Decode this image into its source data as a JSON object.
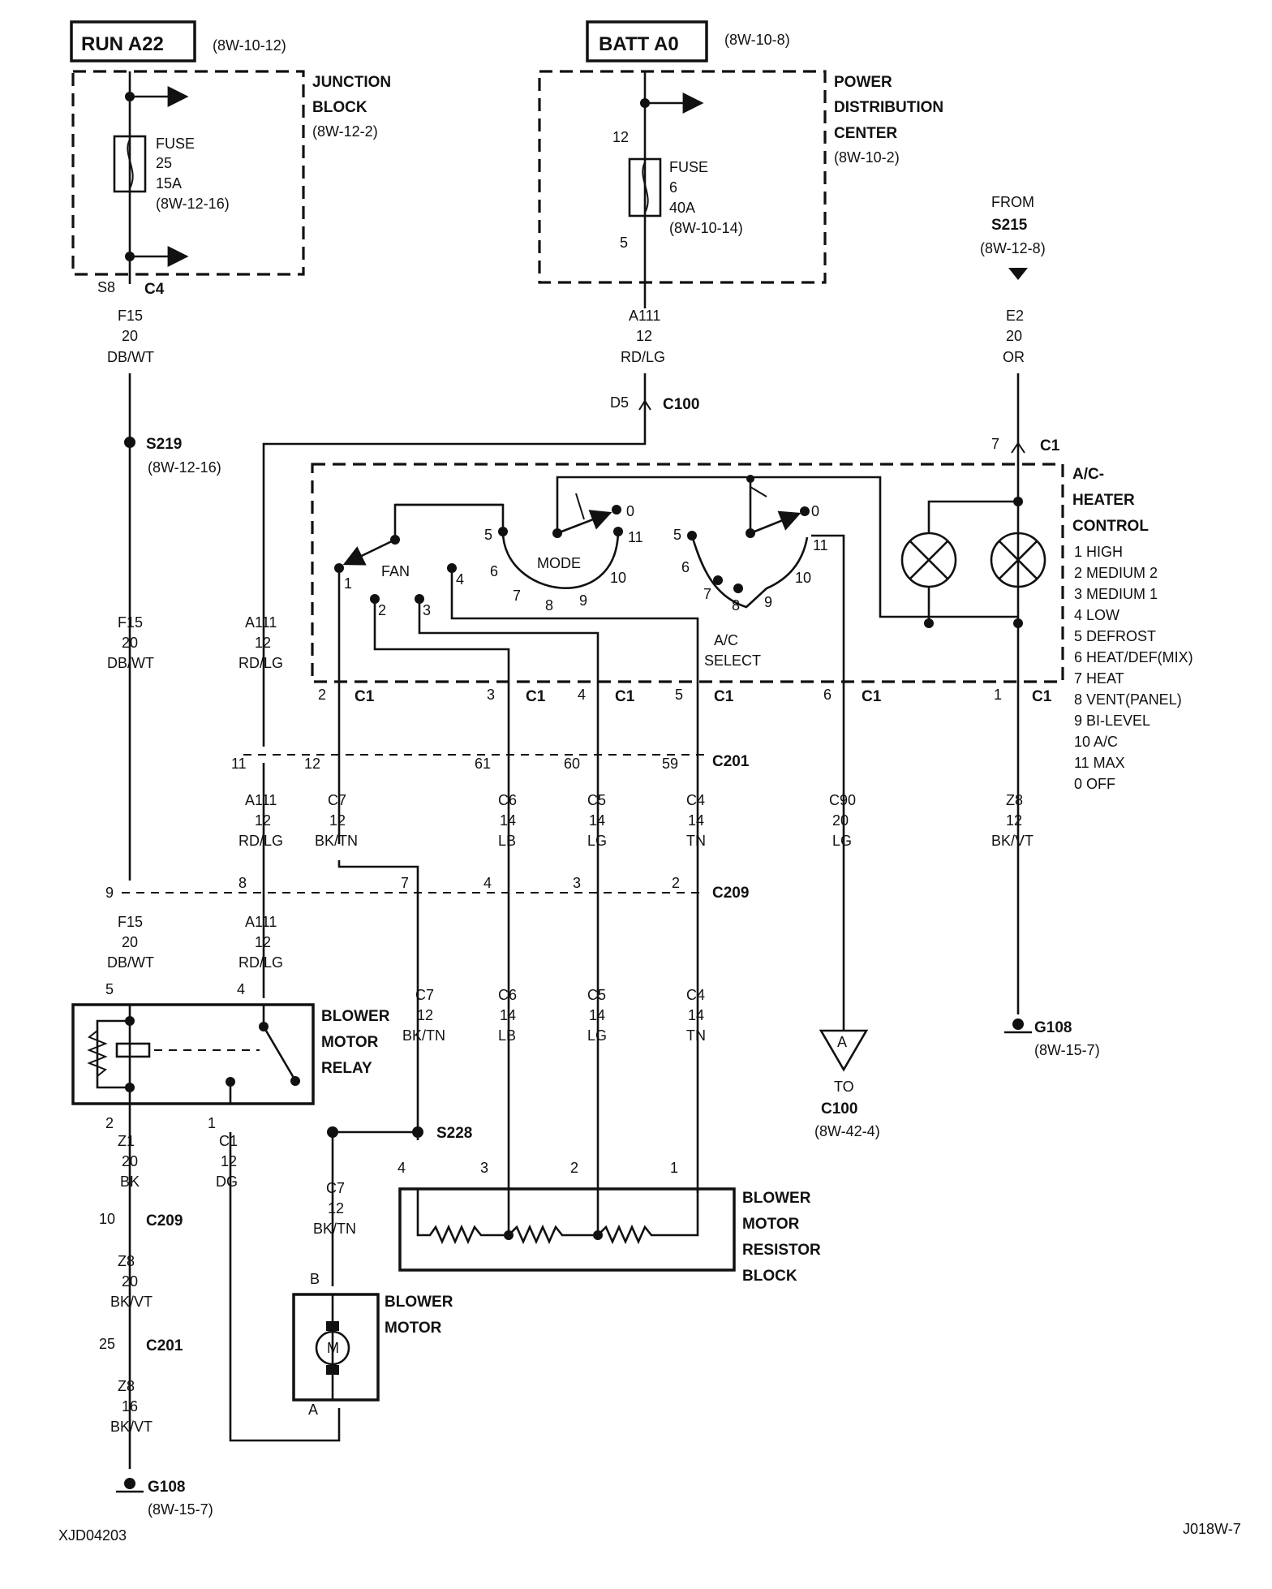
{
  "sources": {
    "run": {
      "label": "RUN A22",
      "ref": "(8W-10-12)"
    },
    "batt": {
      "label": "BATT A0",
      "ref": "(8W-10-8)"
    },
    "from_s215": {
      "from": "FROM",
      "splice": "S215",
      "ref": "(8W-12-8)"
    }
  },
  "junction_block": {
    "title": [
      "JUNCTION",
      "BLOCK"
    ],
    "ref": "(8W-12-2)",
    "fuse": [
      "FUSE",
      "25",
      "15A",
      "(8W-12-16)"
    ],
    "pin": "S8",
    "connector": "C4"
  },
  "pdc": {
    "title": [
      "POWER",
      "DISTRIBUTION",
      "CENTER"
    ],
    "ref": "(8W-10-2)",
    "fuse": [
      "FUSE",
      "6",
      "40A",
      "(8W-10-14)"
    ],
    "pin_top": "12",
    "pin_bottom": "5"
  },
  "wires": {
    "f15": [
      "F15",
      "20",
      "DB/WT"
    ],
    "a111_top": [
      "A111",
      "12",
      "RD/LG"
    ],
    "e2": [
      "E2",
      "20",
      "OR"
    ],
    "a111": [
      "A111",
      "12",
      "RD/LG"
    ],
    "c7": [
      "C7",
      "12",
      "BK/TN"
    ],
    "c6": [
      "C6",
      "14",
      "LB"
    ],
    "c5": [
      "C5",
      "14",
      "LG"
    ],
    "c4": [
      "C4",
      "14",
      "TN"
    ],
    "c90": [
      "C90",
      "20",
      "LG"
    ],
    "z8_top": [
      "Z8",
      "12",
      "BK/VT"
    ],
    "z1": [
      "Z1",
      "20",
      "BK"
    ],
    "c1": [
      "C1",
      "12",
      "DG"
    ],
    "z8_mid": [
      "Z8",
      "20",
      "BK/VT"
    ],
    "z8_bot": [
      "Z8",
      "16",
      "BK/VT"
    ]
  },
  "splices": {
    "s219": "S219",
    "s219_ref": "(8W-12-16)",
    "s228": "S228"
  },
  "connectors": {
    "c100": {
      "pin": "D5",
      "name": "C100"
    },
    "c1_top": {
      "pin": "7",
      "name": "C1"
    },
    "c1": "C1",
    "c201": "C201",
    "c209": "C209",
    "c209_low": {
      "pin": "10",
      "name": "C209"
    },
    "c201_low": {
      "pin": "25",
      "name": "C201"
    }
  },
  "pins": {
    "c1": [
      "2",
      "3",
      "4",
      "5",
      "6",
      "1"
    ],
    "c201": [
      "11",
      "12",
      "61",
      "60",
      "59"
    ],
    "c209": [
      "9",
      "8",
      "7",
      "4",
      "3",
      "2"
    ],
    "relay": [
      "5",
      "4",
      "2",
      "1"
    ],
    "resistor": [
      "4",
      "3",
      "2",
      "1"
    ],
    "motor": [
      "B",
      "A"
    ]
  },
  "control": {
    "title": [
      "A/C-",
      "HEATER",
      "CONTROL"
    ],
    "legend": [
      "1  HIGH",
      "2  MEDIUM 2",
      "3  MEDIUM 1",
      "4  LOW",
      "5  DEFROST",
      "6  HEAT/DEF(MIX)",
      "7  HEAT",
      "8  VENT(PANEL)",
      "9  BI-LEVEL",
      "10 A/C",
      "11 MAX",
      "0  OFF"
    ],
    "fan": "FAN",
    "mode": "MODE",
    "ac_select": [
      "A/C",
      "SELECT"
    ],
    "fan_pins": [
      "1",
      "2",
      "3",
      "4"
    ],
    "mode_pins": [
      "5",
      "6",
      "7",
      "8",
      "9",
      "10",
      "11",
      "0"
    ],
    "ac_pins": [
      "5",
      "6",
      "7",
      "8",
      "9",
      "10",
      "11",
      "0"
    ]
  },
  "relay": {
    "title": [
      "BLOWER",
      "MOTOR",
      "RELAY"
    ]
  },
  "resistor_block": {
    "title": [
      "BLOWER",
      "MOTOR",
      "RESISTOR",
      "BLOCK"
    ]
  },
  "motor": {
    "title": [
      "BLOWER",
      "MOTOR"
    ],
    "symbol": "M"
  },
  "c100_ref": {
    "symbol": "A",
    "to": "TO",
    "name": "C100",
    "ref": "(8W-42-4)"
  },
  "grounds": {
    "g108_right": {
      "name": "G108",
      "ref": "(8W-15-7)"
    },
    "g108_left": {
      "name": "G108",
      "ref": "(8W-15-7)"
    }
  },
  "footer": {
    "left": "XJD04203",
    "right": "J018W-7"
  }
}
